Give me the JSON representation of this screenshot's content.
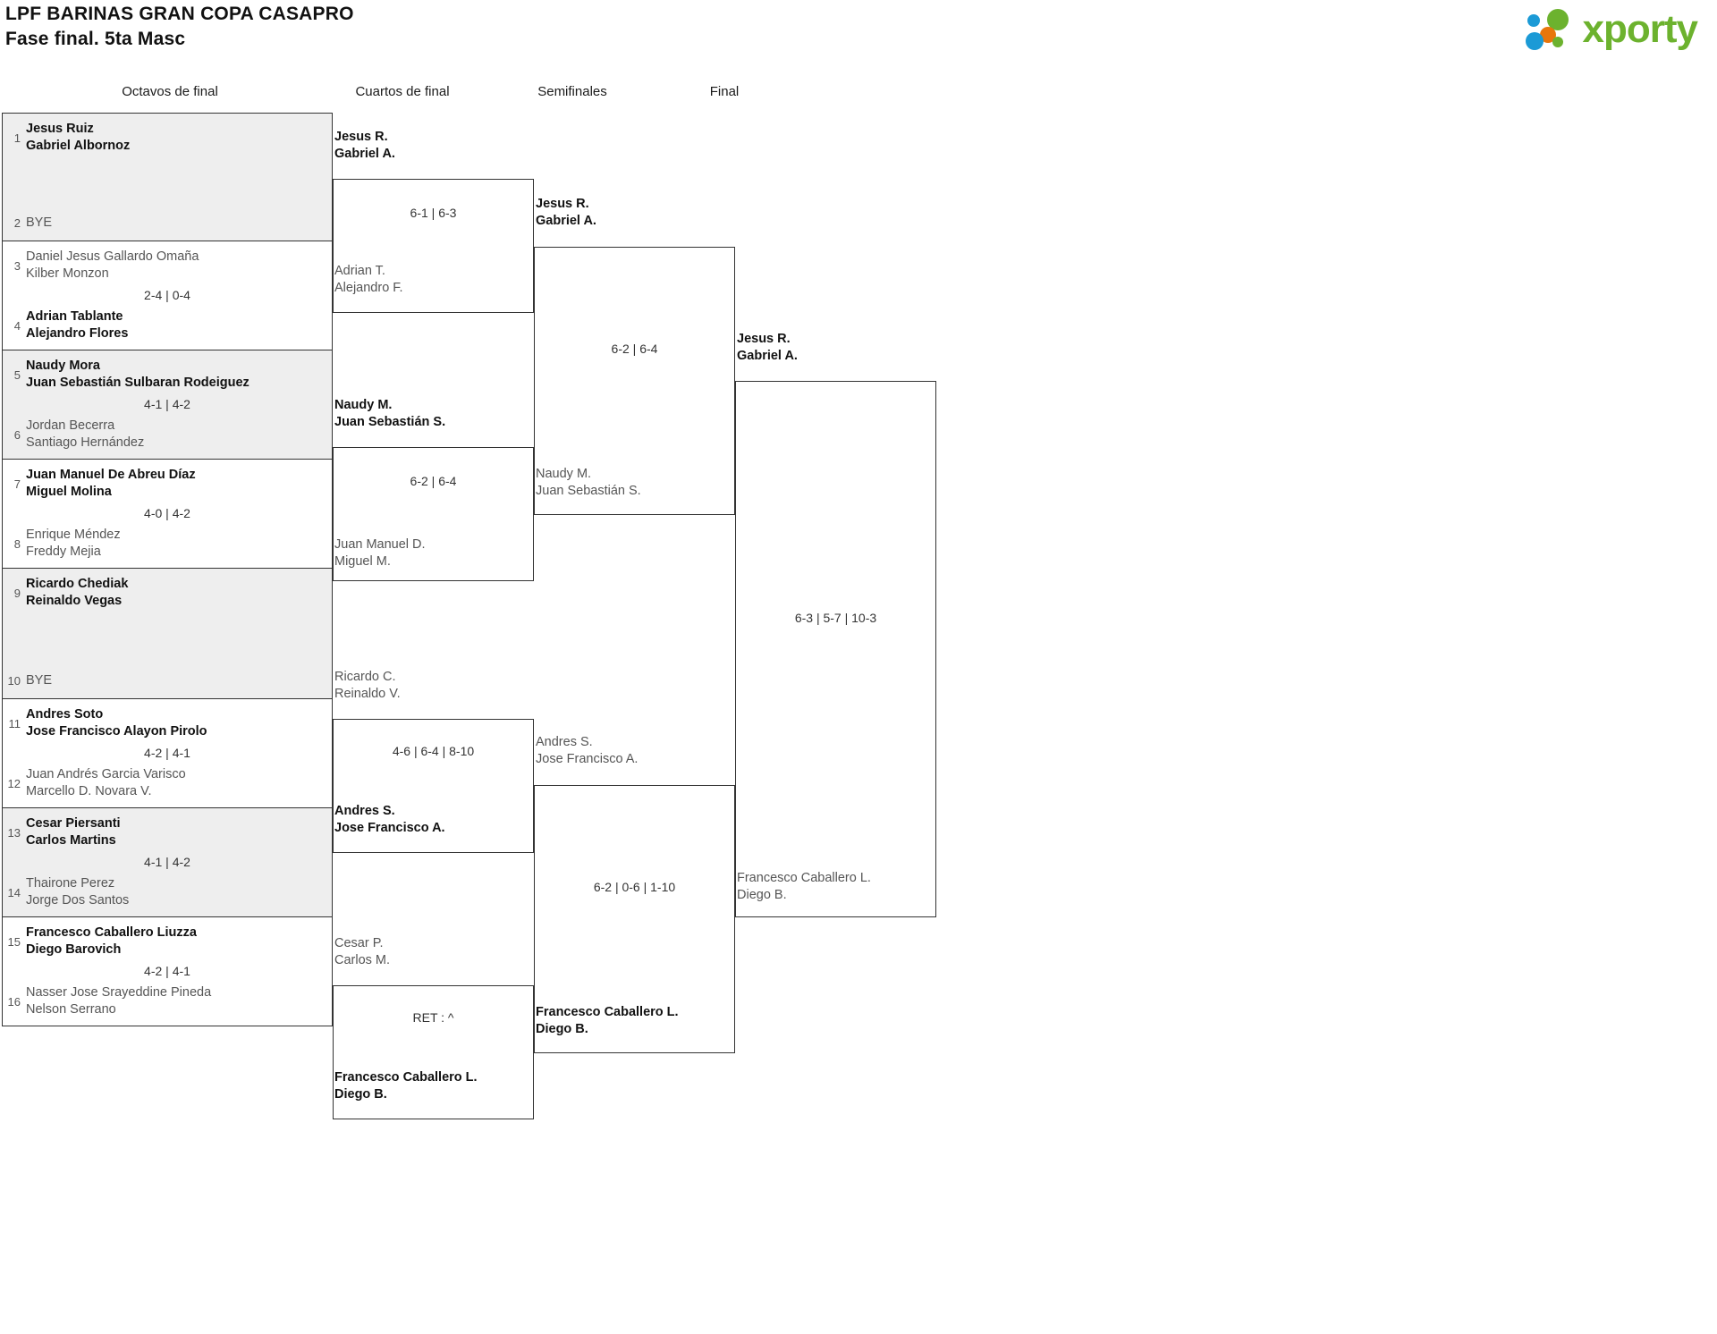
{
  "header": {
    "title_line1": "LPF BARINAS GRAN COPA CASAPRO",
    "title_line2": "Fase final. 5ta Masc",
    "logo_word": "xporty",
    "logo_colors": {
      "green": "#6cb22e",
      "blue": "#1b9ad6",
      "orange": "#e8760c"
    }
  },
  "rounds": [
    {
      "id": "r16",
      "label": "Octavos de final"
    },
    {
      "id": "qf",
      "label": "Cuartos de final"
    },
    {
      "id": "sf",
      "label": "Semifinales"
    },
    {
      "id": "f",
      "label": "Final"
    }
  ],
  "round1": [
    {
      "seed_top": "1",
      "seed_bot": "2",
      "top": {
        "names": [
          "Jesus Ruiz",
          "Gabriel Albornoz"
        ],
        "winner": true
      },
      "bot": {
        "names": [
          "BYE"
        ],
        "bye": true,
        "winner": false
      },
      "score": ""
    },
    {
      "seed_top": "3",
      "seed_bot": "4",
      "top": {
        "names": [
          "Daniel Jesus Gallardo Omaña",
          "Kilber Monzon"
        ],
        "winner": false
      },
      "bot": {
        "names": [
          "Adrian Tablante",
          "Alejandro Flores"
        ],
        "winner": true
      },
      "score": "2-4 | 0-4"
    },
    {
      "seed_top": "5",
      "seed_bot": "6",
      "top": {
        "names": [
          "Naudy Mora",
          "Juan Sebastián Sulbaran Rodeiguez"
        ],
        "winner": true
      },
      "bot": {
        "names": [
          "Jordan Becerra",
          "Santiago Hernández"
        ],
        "winner": false
      },
      "score": "4-1 | 4-2"
    },
    {
      "seed_top": "7",
      "seed_bot": "8",
      "top": {
        "names": [
          "Juan Manuel De Abreu Díaz",
          "Miguel Molina"
        ],
        "winner": true
      },
      "bot": {
        "names": [
          "Enrique Méndez",
          "Freddy Mejia"
        ],
        "winner": false
      },
      "score": "4-0 | 4-2"
    },
    {
      "seed_top": "9",
      "seed_bot": "10",
      "top": {
        "names": [
          "Ricardo Chediak",
          "Reinaldo Vegas"
        ],
        "winner": true
      },
      "bot": {
        "names": [
          "BYE"
        ],
        "bye": true,
        "winner": false
      },
      "score": ""
    },
    {
      "seed_top": "11",
      "seed_bot": "12",
      "top": {
        "names": [
          "Andres Soto",
          "Jose Francisco Alayon Pirolo"
        ],
        "winner": true
      },
      "bot": {
        "names": [
          "Juan Andrés Garcia Varisco",
          "Marcello D. Novara V."
        ],
        "winner": false
      },
      "score": "4-2 | 4-1"
    },
    {
      "seed_top": "13",
      "seed_bot": "14",
      "top": {
        "names": [
          "Cesar Piersanti",
          "Carlos Martins"
        ],
        "winner": true
      },
      "bot": {
        "names": [
          "Thairone Perez",
          "Jorge Dos Santos"
        ],
        "winner": false
      },
      "score": "4-1 | 4-2"
    },
    {
      "seed_top": "15",
      "seed_bot": "16",
      "top": {
        "names": [
          "Francesco Caballero Liuzza",
          "Diego Barovich"
        ],
        "winner": true
      },
      "bot": {
        "names": [
          "Nasser Jose Srayeddine Pineda",
          "Nelson Serrano"
        ],
        "winner": false
      },
      "score": "4-2 | 4-1"
    }
  ],
  "quarterfinals": [
    {
      "top": {
        "names": [
          "Jesus R.",
          "Gabriel A."
        ],
        "winner": true
      },
      "bot": {
        "names": [
          "Adrian T.",
          "Alejandro F."
        ],
        "winner": false
      },
      "score": "6-1 | 6-3"
    },
    {
      "top": {
        "names": [
          "Naudy M.",
          "Juan Sebastián S."
        ],
        "winner": true
      },
      "bot": {
        "names": [
          "Juan Manuel D.",
          "Miguel M."
        ],
        "winner": false
      },
      "score": "6-2 | 6-4"
    },
    {
      "top": {
        "names": [
          "Ricardo C.",
          "Reinaldo V."
        ],
        "winner": false
      },
      "bot": {
        "names": [
          "Andres S.",
          "Jose Francisco A."
        ],
        "winner": true
      },
      "score": "4-6 | 6-4 | 8-10"
    },
    {
      "top": {
        "names": [
          "Cesar P.",
          "Carlos M."
        ],
        "winner": false
      },
      "bot": {
        "names": [
          "Francesco Caballero L.",
          "Diego B."
        ],
        "winner": true
      },
      "score": "RET : ^"
    }
  ],
  "semifinals": [
    {
      "top": {
        "names": [
          "Jesus R.",
          "Gabriel A."
        ],
        "winner": true
      },
      "bot": {
        "names": [
          "Naudy M.",
          "Juan Sebastián S."
        ],
        "winner": false
      },
      "score": "6-2 | 6-4"
    },
    {
      "top": {
        "names": [
          "Andres S.",
          "Jose Francisco A."
        ],
        "winner": false
      },
      "bot": {
        "names": [
          "Francesco Caballero L.",
          "Diego B."
        ],
        "winner": true
      },
      "score": "6-2 | 0-6 | 1-10"
    }
  ],
  "final": {
    "top": {
      "names": [
        "Jesus R.",
        "Gabriel A."
      ],
      "winner": true
    },
    "bot": {
      "names": [
        "Francesco Caballero L.",
        "Diego B."
      ],
      "winner": false
    },
    "score": "6-3 | 5-7 | 10-3"
  }
}
